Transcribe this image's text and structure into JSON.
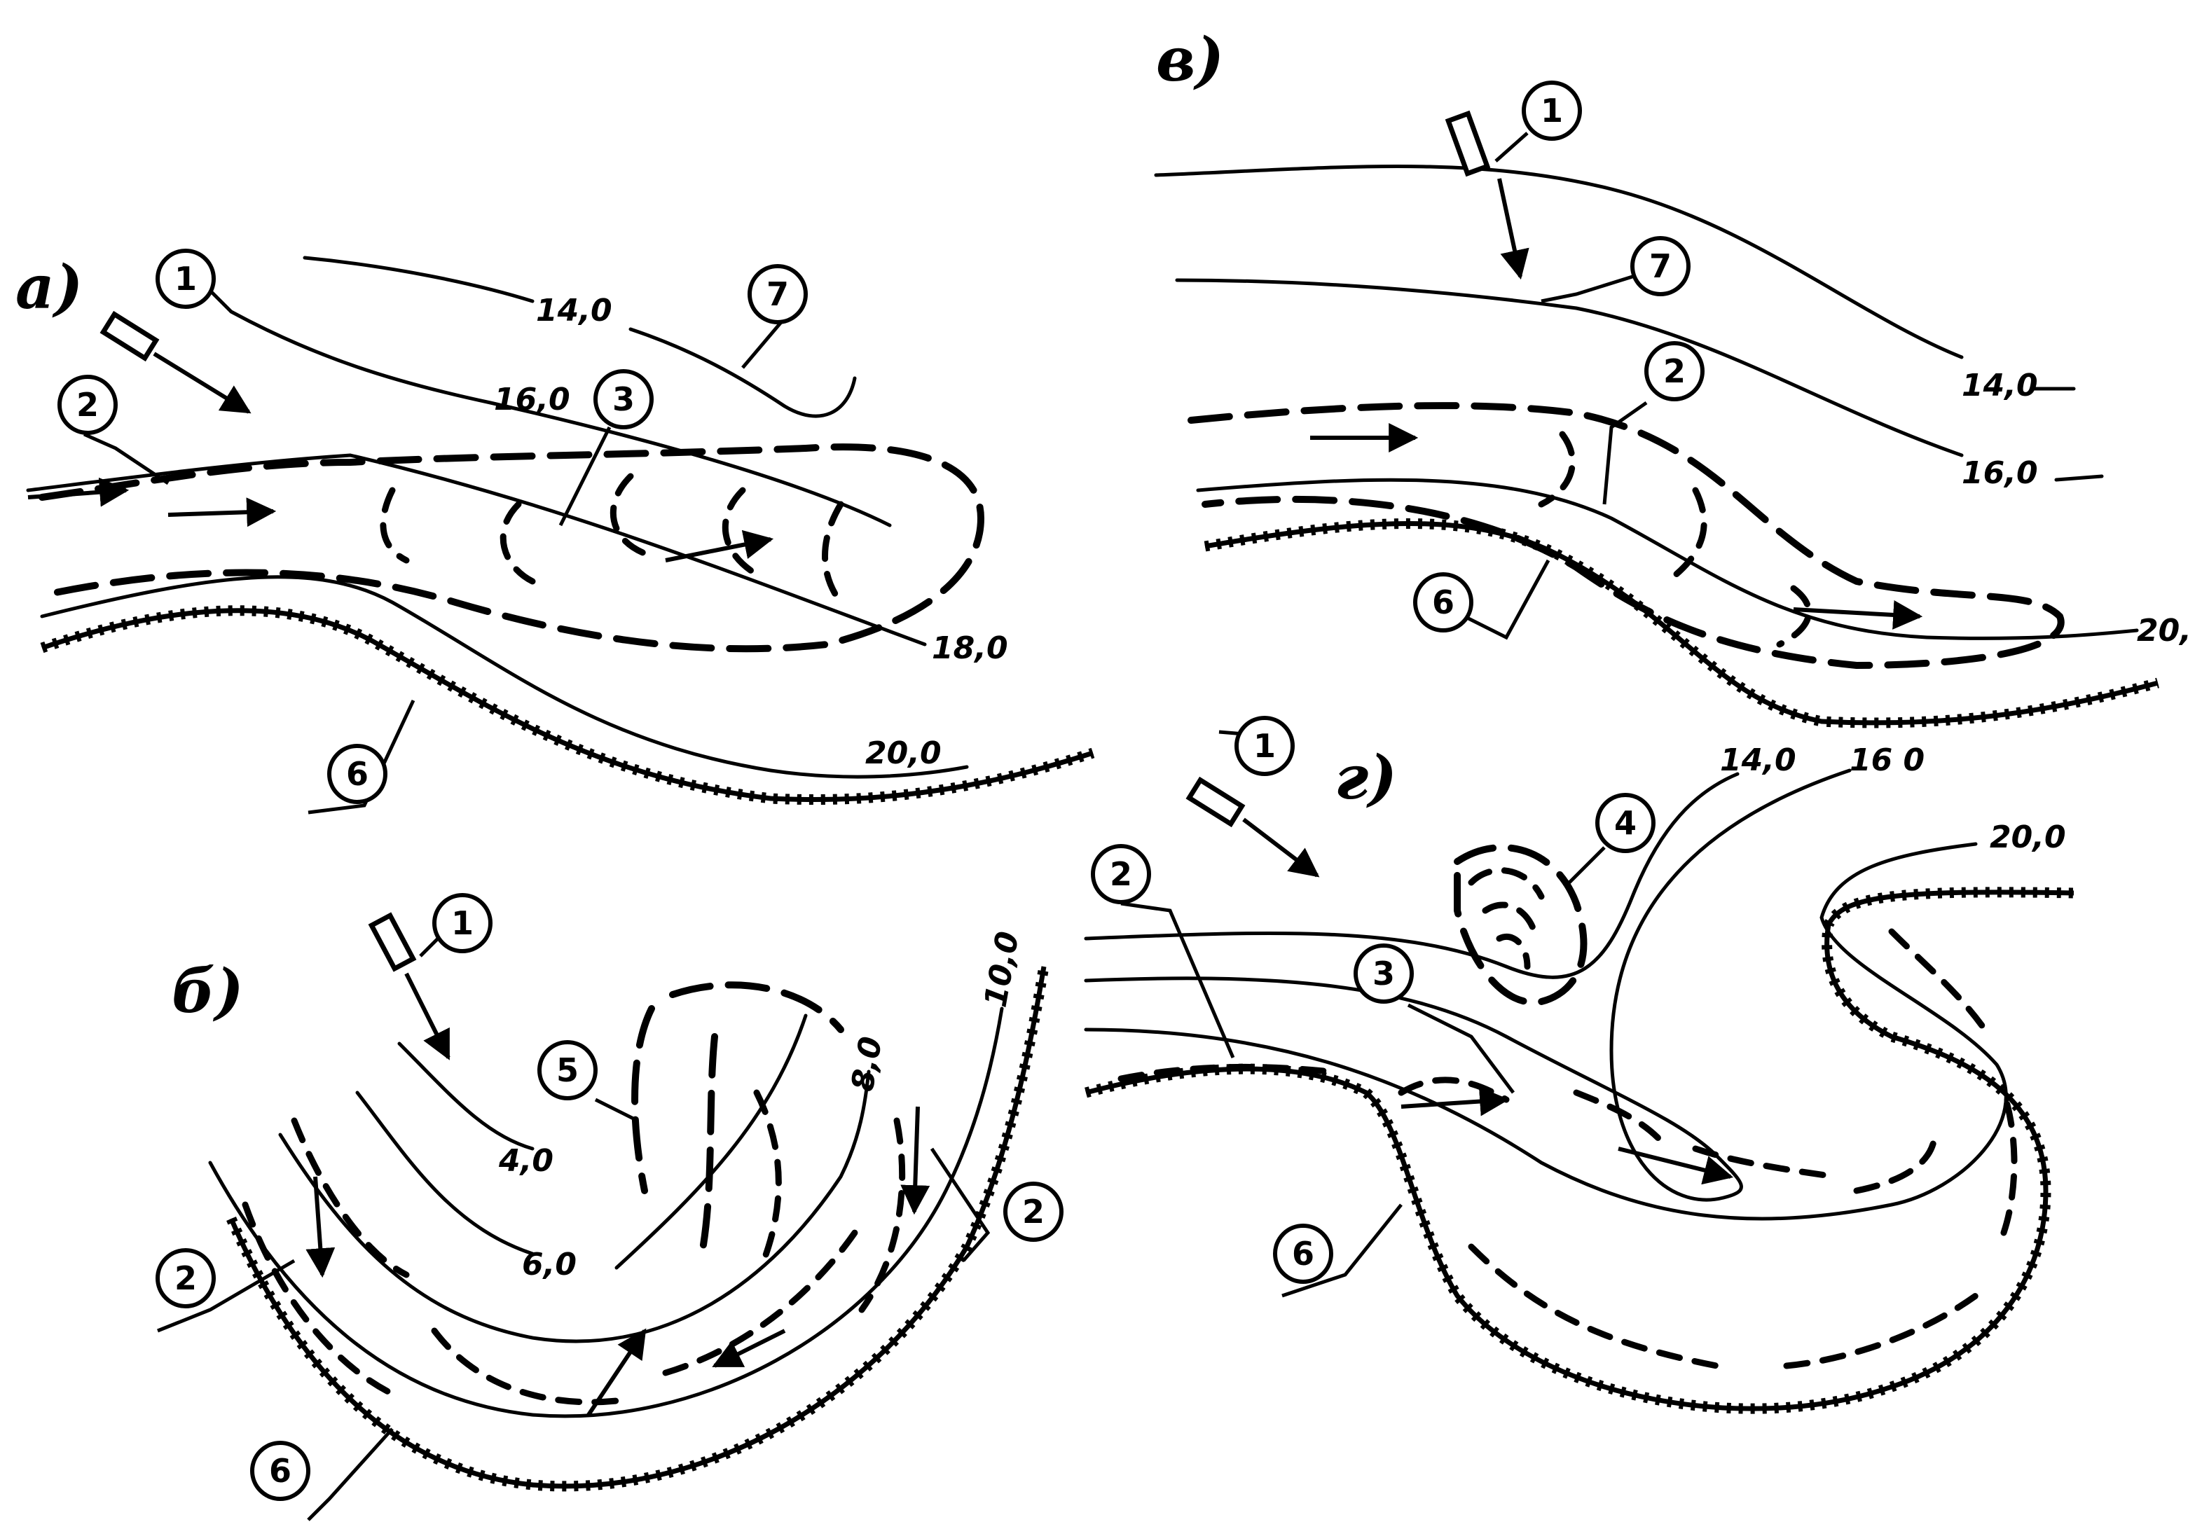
{
  "panels": {
    "a": {
      "letter": "а)",
      "depths": [
        "14,0",
        "16,0",
        "18,0",
        "20,0"
      ],
      "markers": [
        "1",
        "2",
        "3",
        "6",
        "7"
      ]
    },
    "b": {
      "letter": "б)",
      "depths": [
        "4,0",
        "6,0",
        "8,0",
        "10,0"
      ],
      "markers": [
        "1",
        "2",
        "2",
        "5",
        "6"
      ]
    },
    "v": {
      "letter": "в)",
      "depths": [
        "14,0",
        "16,0",
        "20,"
      ],
      "markers": [
        "1",
        "7",
        "2",
        "6"
      ]
    },
    "g": {
      "letter": "г)",
      "depths": [
        "14,0",
        "16 0",
        "20,0"
      ],
      "markers": [
        "1",
        "2",
        "3",
        "4",
        "6"
      ]
    }
  },
  "icons": {
    "wave_arrow": "wave-direction-arrow-icon",
    "current_arrow": "current-arrow-icon"
  }
}
